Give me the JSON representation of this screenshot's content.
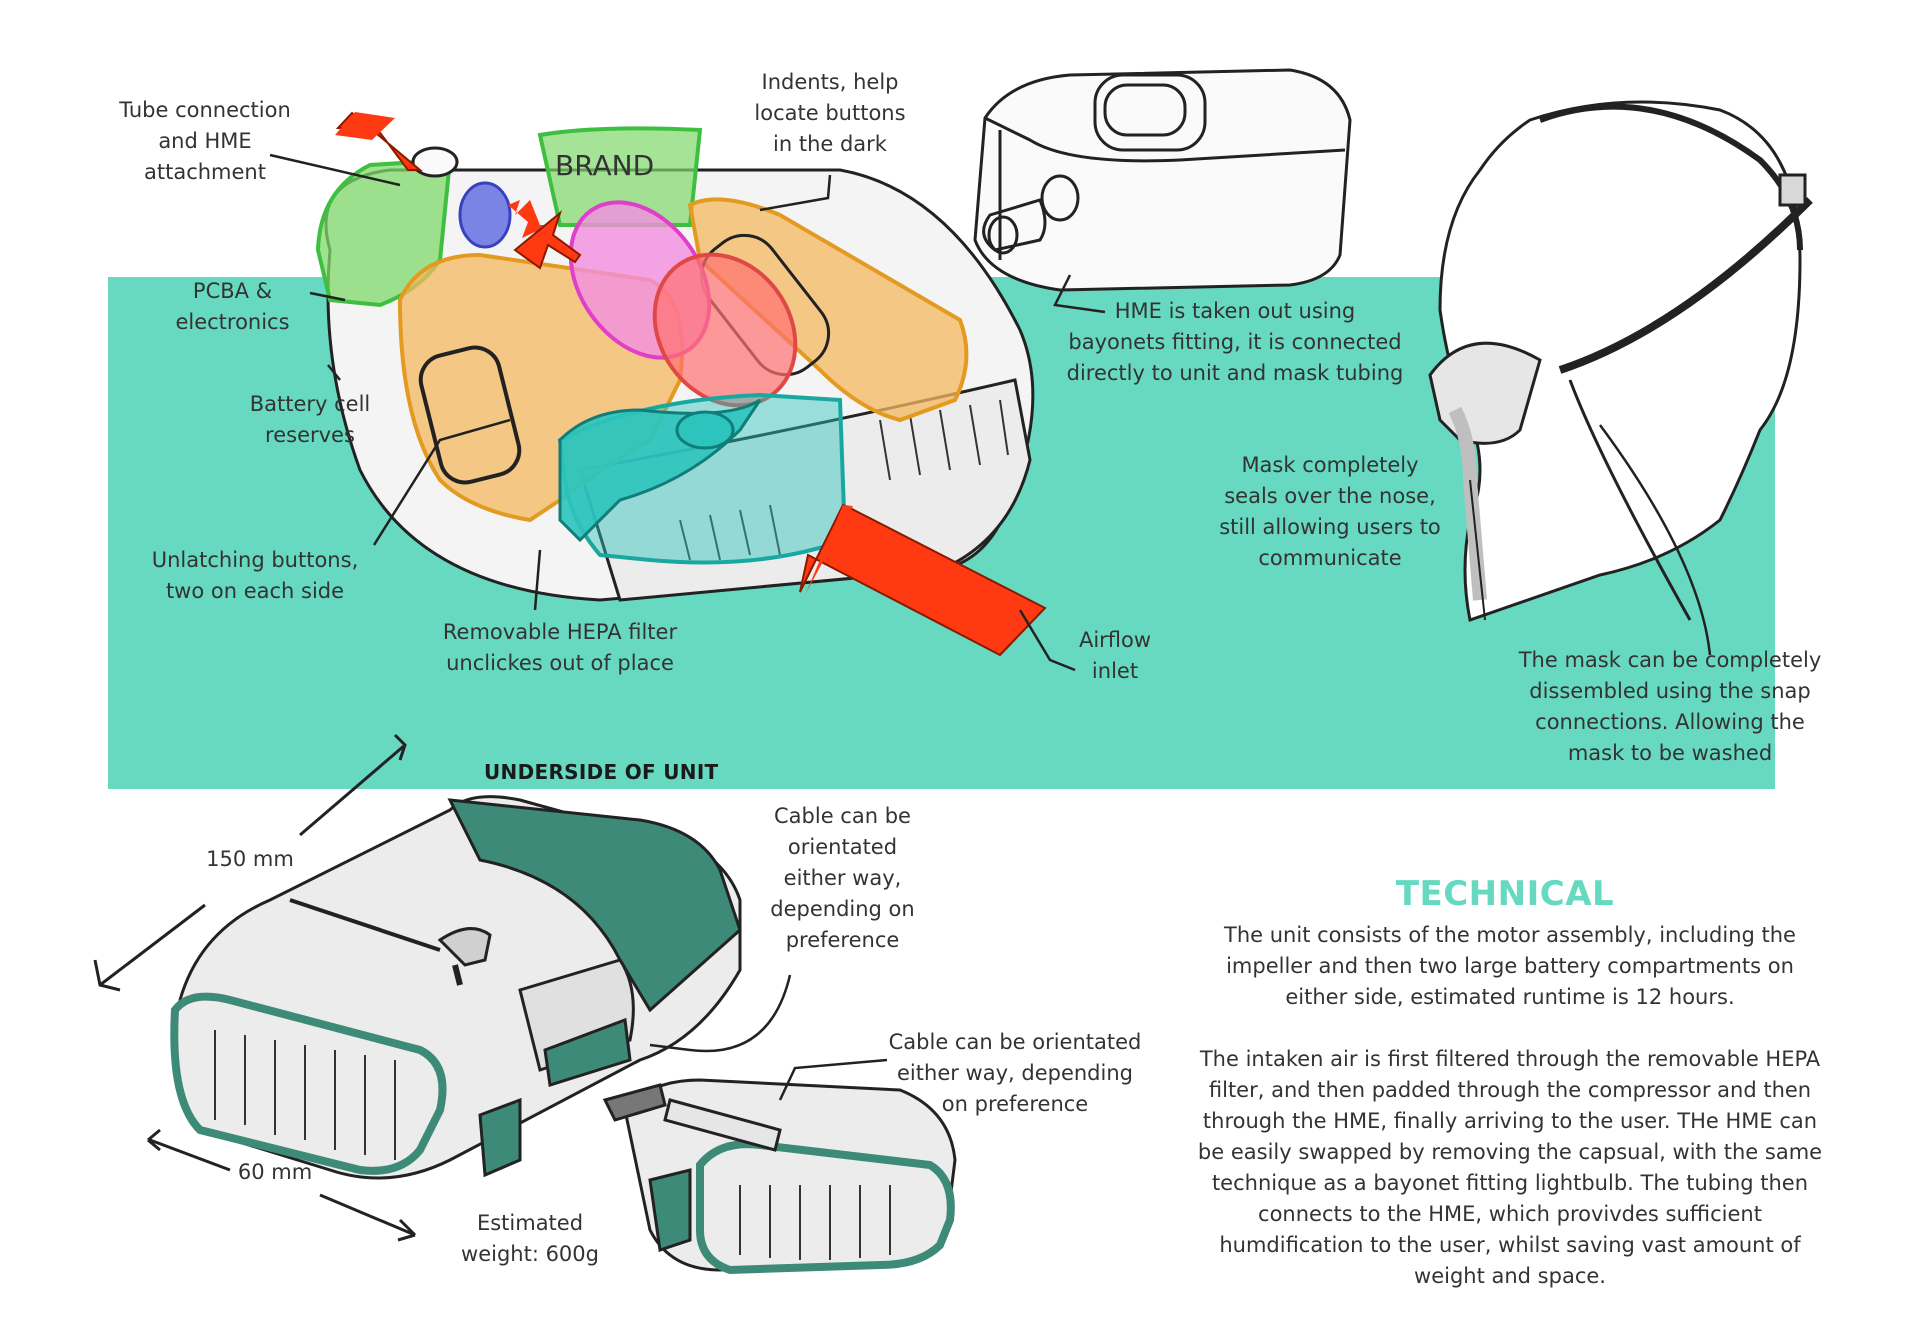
{
  "labels": {
    "tube_connection": "Tube connection\nand HME\nattachment",
    "indents": "Indents, help\nlocate buttons\nin the dark",
    "pcba": "PCBA &\nelectronics",
    "battery": "Battery cell\nreserves",
    "unlatching": "Unlatching buttons,\ntwo on each side",
    "hepa": "Removable HEPA filter\nunclickes out of place",
    "airflow": "Airflow\ninlet",
    "hme": "HME is taken out using\nbayonets fitting, it is connected\ndirectly to unit and mask tubing",
    "mask_seal": "Mask completely\nseals over the nose,\nstill allowing users to\ncommunicate",
    "mask_wash": "The mask can be completely\ndissembled using the snap\nconnections. Allowing the\nmask to be washed",
    "underside": "UNDERSIDE OF UNIT",
    "dim_150": "150 mm",
    "dim_60": "60 mm",
    "cable1": "Cable can be\norientated\neither way,\ndepending on\npreference",
    "cable2": "Cable can be orientated\neither way, depending\non preference",
    "weight": "Estimated\nweight: 600g",
    "brand": "BRAND"
  },
  "technical": {
    "title": "TECHNICAL",
    "body": "The unit consists of the motor assembly, including the\nimpeller and then two large battery compartments on\neither side, estimated runtime is 12 hours.\n\nThe intaken air is first filtered through the removable HEPA\nfilter, and then padded through the compressor and then\nthrough the HME, finally arriving to the user. THe HME can\nbe easily swapped by removing the capsual, with the same\ntechnique as a bayonet fitting lightbulb. The tubing then\nconnects to the HME, which provivdes sufficient\nhumdification to the user, whilst saving vast amount of\nweight and space."
  },
  "colors": {
    "teal_band": "#66d9c0",
    "arrow_red": "#ff3a12",
    "green": "#7fd96b",
    "orange": "#f5b860",
    "pink": "#f28fe0",
    "blue": "#6470e0",
    "cyan": "#2cc4bd",
    "dark_teal": "#3e8a78"
  }
}
